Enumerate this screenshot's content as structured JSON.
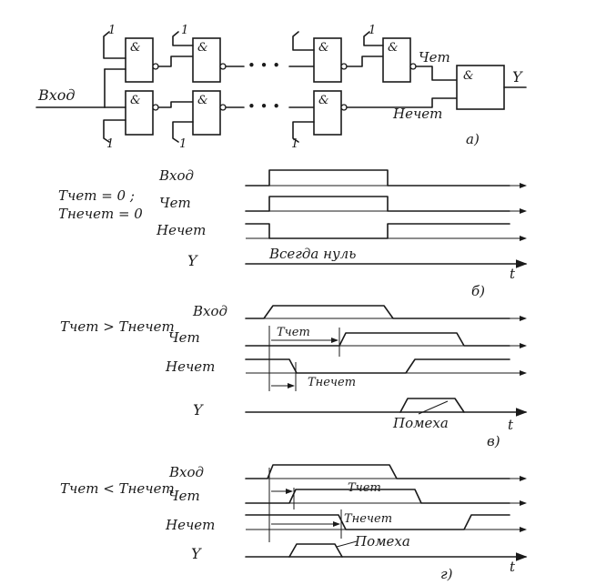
{
  "circuit": {
    "gate_symbol": "&",
    "input_label": "Вход",
    "even_label": "Чет",
    "odd_label": "Нечет",
    "output_label": "Y",
    "const_one": "1",
    "dots": "• • •",
    "caption": "а)"
  },
  "panel_b": {
    "cond_line1": "Tчет = 0 ;",
    "cond_line2": "Tнечет = 0",
    "input_label": "Вход",
    "even_label": "Чет",
    "odd_label": "Нечет",
    "output_label": "Y",
    "output_note": "Всегда нуль",
    "axis_label": "t",
    "caption": "б)"
  },
  "panel_v": {
    "condition": "Tчет > Tнечет",
    "input_label": "Вход",
    "even_label": "Чет",
    "odd_label": "Нечет",
    "output_label": "Y",
    "t_even": "Tчет",
    "t_odd": "Tнечет",
    "glitch": "Помеха",
    "axis_label": "t",
    "caption": "в)"
  },
  "panel_g": {
    "condition": "Tчет < Tнечет",
    "input_label": "Вход",
    "even_label": "Чет",
    "odd_label": "Нечет",
    "output_label": "Y",
    "t_even": "Tчет",
    "t_odd": "Tнечет",
    "glitch": "Помеха",
    "axis_label": "t",
    "caption": "г)"
  }
}
